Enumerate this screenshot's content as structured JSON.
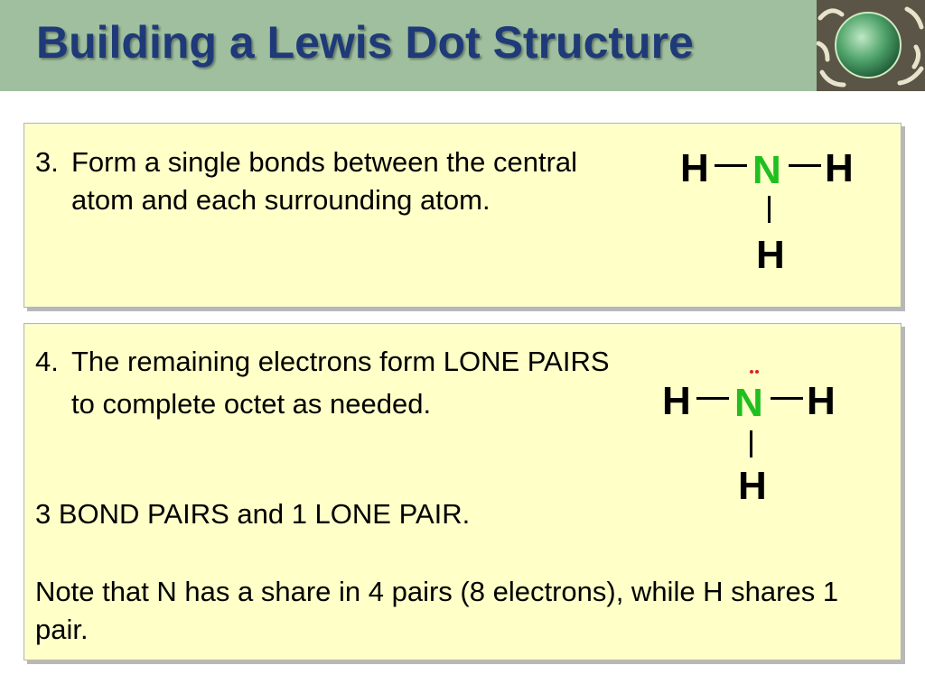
{
  "slide": {
    "title": "Building a Lewis Dot Structure"
  },
  "panel_1": {
    "step_number": "3.",
    "step_text": "Form a single bonds between the central atom and each surrounding atom.",
    "structure": {
      "left": "H",
      "center": "N",
      "right": "H",
      "bottom": "H"
    }
  },
  "panel_2": {
    "step_number": "4.",
    "step_text": "The remaining electrons form LONE PAIRS to complete octet as needed.",
    "summary": "3 BOND PAIRS and 1 LONE PAIR.",
    "note": "Note that N has a share in 4 pairs (8 electrons), while H shares 1 pair.",
    "structure": {
      "left": "H",
      "center": "N",
      "right": "H",
      "bottom": "H"
    }
  },
  "colors": {
    "title": "#1f3a78",
    "title_bar": "#9fbf9f",
    "panel_background": "#ffffc8",
    "nitrogen": "#1fbf1f",
    "hydrogen": "#000000",
    "lone_pair": "#e02020"
  }
}
